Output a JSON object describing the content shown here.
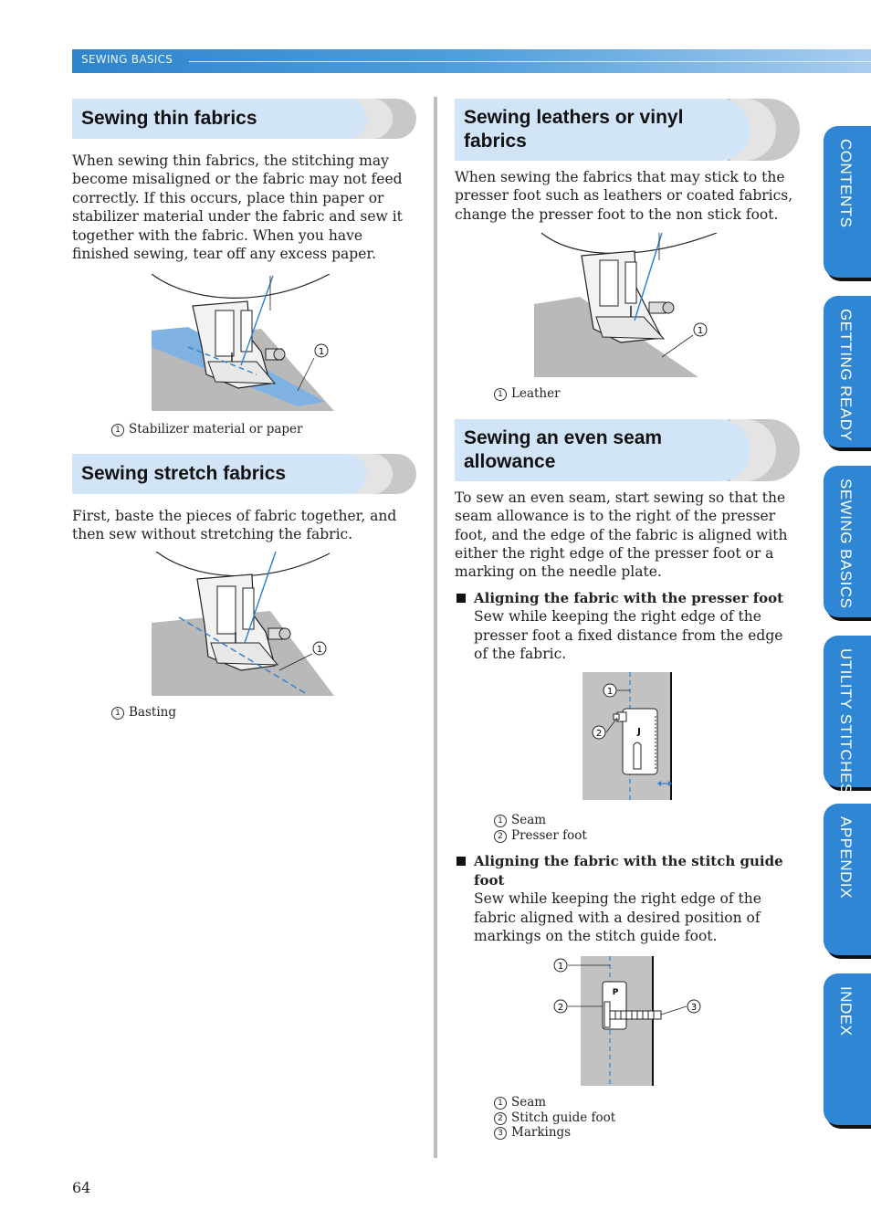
{
  "header": {
    "section": "SEWING BASICS"
  },
  "left": {
    "s1": {
      "title": "Sewing thin fabrics",
      "body": "When sewing thin fabrics, the stitching may become misaligned or the fabric may not feed correctly. If this occurs, place thin paper or stabilizer material under the fabric and sew it together with the fabric. When you have finished sewing, tear off any excess paper.",
      "callouts": [
        "1"
      ],
      "captions": [
        {
          "num": "1",
          "text": "Stabilizer material or paper"
        }
      ]
    },
    "s2": {
      "title": "Sewing stretch fabrics",
      "body": "First, baste the pieces of fabric together, and then sew without stretching the fabric.",
      "callouts": [
        "1"
      ],
      "captions": [
        {
          "num": "1",
          "text": "Basting"
        }
      ]
    }
  },
  "right": {
    "s3": {
      "title": "Sewing leathers or vinyl fabrics",
      "body": "When sewing the fabrics that may stick to the presser foot such as leathers or coated fabrics, change the presser foot to the non stick foot.",
      "callouts": [
        "1"
      ],
      "captions": [
        {
          "num": "1",
          "text": "Leather"
        }
      ]
    },
    "s4": {
      "title": "Sewing an even seam allowance",
      "body": "To sew an even seam, start sewing so that the seam allowance is to the right of the presser foot, and the edge of the fabric is aligned with either the right edge of the presser foot or a marking on the needle plate.",
      "b1": {
        "heading": "Aligning the fabric with the presser foot",
        "text": "Sew while keeping the right edge of the presser foot a fixed distance from the edge of the fabric.",
        "callouts": [
          "1",
          "2"
        ],
        "foot_letter": "J",
        "captions": [
          {
            "num": "1",
            "text": "Seam"
          },
          {
            "num": "2",
            "text": "Presser foot"
          }
        ]
      },
      "b2": {
        "heading": "Aligning the fabric with the stitch guide foot",
        "text": "Sew while keeping the right edge of the fabric aligned with a desired position of markings on the stitch guide foot.",
        "callouts": [
          "1",
          "2",
          "3"
        ],
        "foot_letter": "P",
        "captions": [
          {
            "num": "1",
            "text": "Seam"
          },
          {
            "num": "2",
            "text": "Stitch guide foot"
          },
          {
            "num": "3",
            "text": "Markings"
          }
        ]
      }
    }
  },
  "tabs": [
    "CONTENTS",
    "GETTING READY",
    "SEWING BASICS",
    "UTILITY STITCHES",
    "APPENDIX",
    "INDEX"
  ],
  "page_number": "64",
  "colors": {
    "accent_blue": "#2f86d4",
    "heading_fill": "#d2e4f7",
    "fabric_gray": "#b9b9b9",
    "stitch_blue": "#2a7fd0"
  }
}
